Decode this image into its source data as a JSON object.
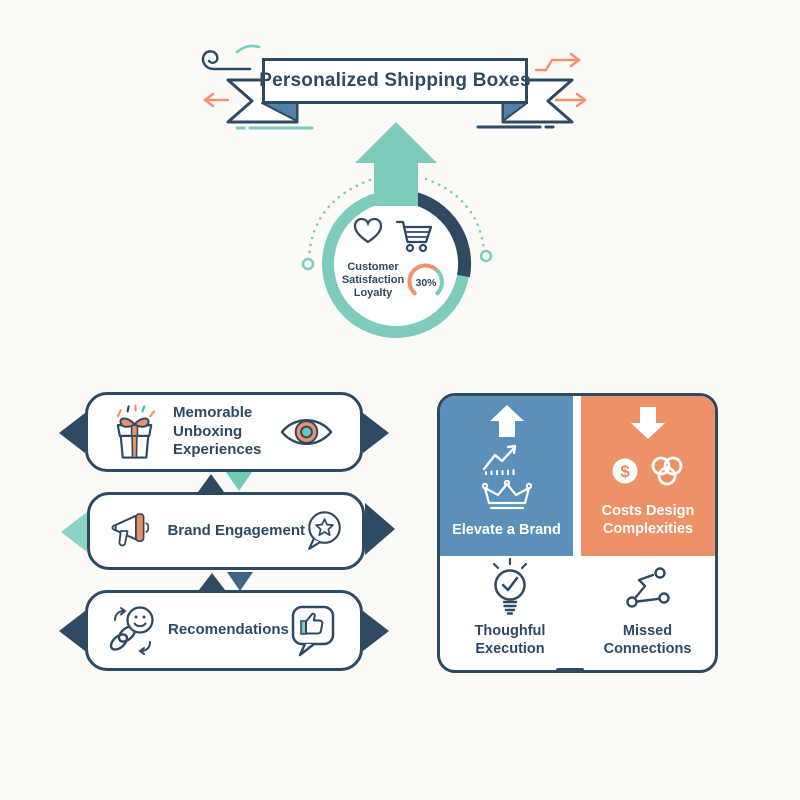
{
  "title": "Personalized Shipping Boxes",
  "hub": {
    "label": "Customer Satisfaction Loyalty",
    "gauge_value": "30%",
    "icons": [
      "heart-icon",
      "shopping-cart-icon",
      "gauge-icon",
      "big-up-arrow-icon"
    ]
  },
  "benefits": [
    {
      "label": "Memorable Unboxing Experiences",
      "leading_icon": "gift-box-icon",
      "trailing_icon": "eye-icon"
    },
    {
      "label": "Brand Engagement",
      "leading_icon": "megaphone-icon",
      "trailing_icon": "star-speech-bubble-icon"
    },
    {
      "label": "Recomendations",
      "leading_icon": "referral-loop-icon",
      "trailing_icon": "thumbs-up-bubble-icon"
    }
  ],
  "matrix": [
    {
      "label": "Elevate a Brand",
      "tone": "blue",
      "icons": [
        "up-arrow-icon",
        "growth-chart-icon",
        "crown-icon"
      ]
    },
    {
      "label": "Costs Design Complexities",
      "tone": "orange",
      "icons": [
        "down-arrow-icon",
        "dollar-coin-icon",
        "knot-icon"
      ]
    },
    {
      "label": "Thoughful Execution",
      "tone": "white",
      "icons": [
        "lightbulb-check-icon"
      ]
    },
    {
      "label": "Missed Connections",
      "tone": "white",
      "icons": [
        "broken-connection-icon"
      ]
    }
  ],
  "symbols": {
    "dollar": "$"
  },
  "colors": {
    "navy": "#2E4A63",
    "teal": "#7DCBBB",
    "light_teal": "#8BD3C2",
    "orange": "#EC9266",
    "blue": "#5A90BA",
    "steel_blue": "#3E6488",
    "ribbon_fold_blue": "#4E82AB",
    "background": "#FBFAF6"
  }
}
